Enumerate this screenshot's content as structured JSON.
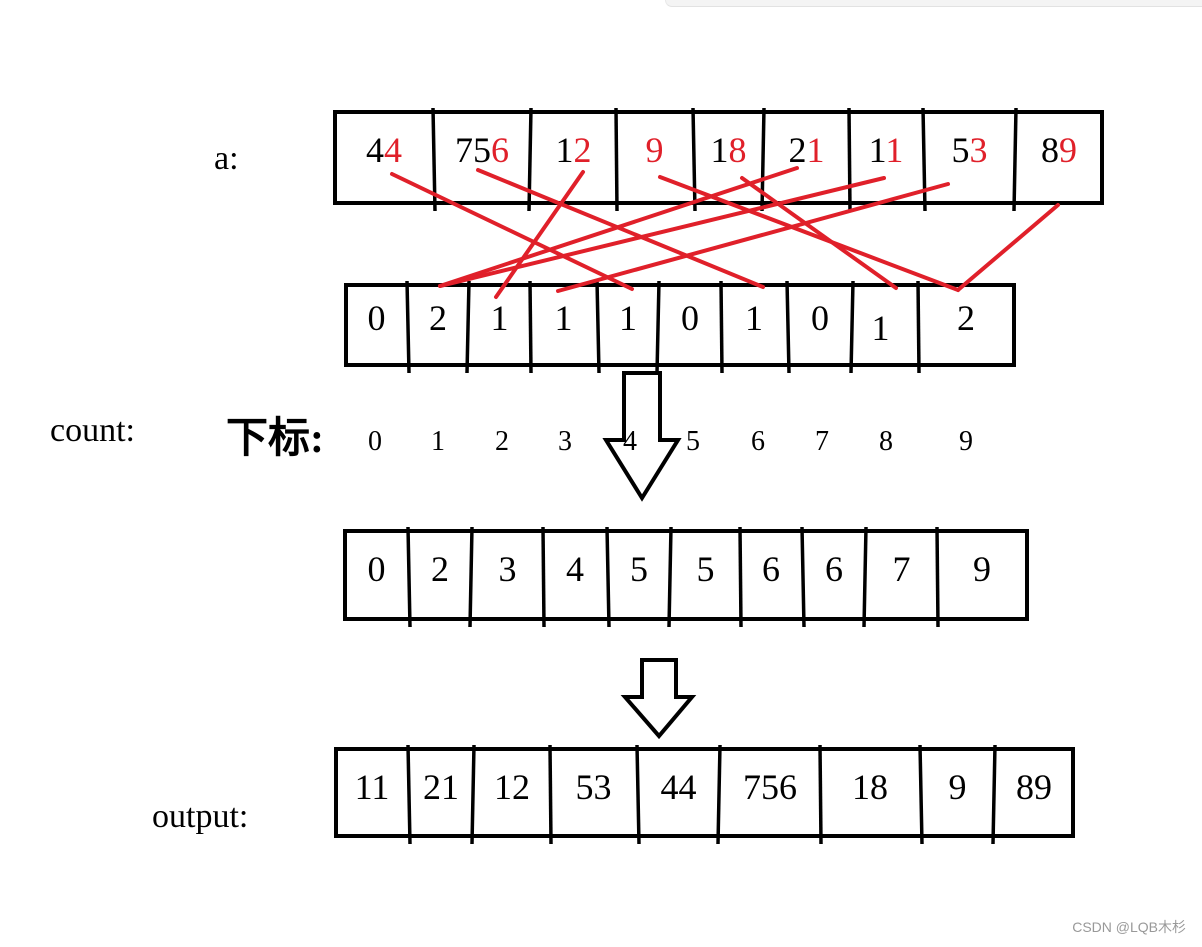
{
  "labels": {
    "a": "a:",
    "count": "count:",
    "index": "下标:",
    "output": "output:"
  },
  "arrays": {
    "a": [
      {
        "prefix": "4",
        "digit": "4"
      },
      {
        "prefix": "75",
        "digit": "6"
      },
      {
        "prefix": "1",
        "digit": "2"
      },
      {
        "prefix": "",
        "digit": "9"
      },
      {
        "prefix": "1",
        "digit": "8"
      },
      {
        "prefix": "2",
        "digit": "1"
      },
      {
        "prefix": "1",
        "digit": "1"
      },
      {
        "prefix": "5",
        "digit": "3"
      },
      {
        "prefix": "8",
        "digit": "9"
      }
    ],
    "count": [
      "0",
      "2",
      "1",
      "1",
      "1",
      "0",
      "1",
      "0",
      "1",
      "2"
    ],
    "indices": [
      "0",
      "1",
      "2",
      "3",
      "4",
      "5",
      "6",
      "7",
      "8",
      "9"
    ],
    "prefix_sums": [
      "0",
      "2",
      "3",
      "4",
      "5",
      "5",
      "6",
      "6",
      "7",
      "9"
    ],
    "output": [
      "11",
      "21",
      "12",
      "53",
      "44",
      "756",
      "18",
      "9",
      "89"
    ]
  },
  "colors": {
    "digit_highlight": "#e0202a",
    "mapping_line": "#e0202a",
    "box_stroke": "#000000"
  },
  "watermark": "CSDN @LQB木杉"
}
